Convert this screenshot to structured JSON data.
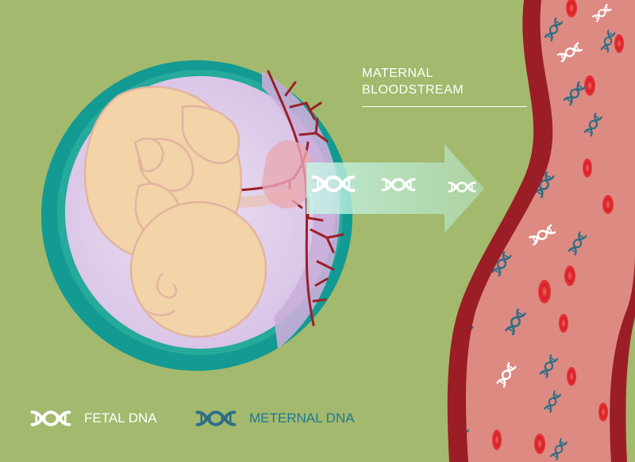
{
  "labels": {
    "maternal_line1": "MATERNAL",
    "maternal_line2": "BLOODSTREAM"
  },
  "legend": {
    "fetal": "FETAL DNA",
    "maternal": "METERNAL DNA"
  },
  "colors": {
    "background": "#a3b96d",
    "vessel_wall": "#9b1d25",
    "vessel_inner": "#dc8a82",
    "red_cell": "#e0272f",
    "fetal_dna": "#ffffff",
    "maternal_dna": "#2e6f86",
    "uterus_wall": "#139a92",
    "amniotic_sac": "#dcc9e8",
    "fetus_skin": "#f3d3a8",
    "transfer_arrow": "#bfeee0"
  },
  "icons": {
    "fetal_dna": "dna-helix-white-icon",
    "maternal_dna": "dna-helix-blue-icon"
  }
}
